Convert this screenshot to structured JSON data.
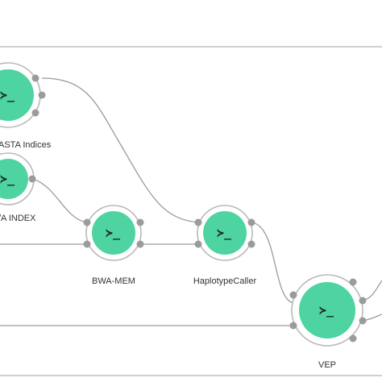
{
  "canvas": {
    "accent_color": "#4ed4a1",
    "edge_color": "#9a9a9a",
    "port_color": "#9b9b9b"
  },
  "nodes": [
    {
      "id": "fasta-indices",
      "label": "ASTA Indices",
      "icon": "terminal-prompt-icon",
      "glyph": "≻_"
    },
    {
      "id": "bwa-index",
      "label": "/A INDEX",
      "icon": "terminal-prompt-icon",
      "glyph": "≻_"
    },
    {
      "id": "bwa-mem",
      "label": "BWA-MEM",
      "icon": "terminal-prompt-icon",
      "glyph": "≻_"
    },
    {
      "id": "haplotypecaller",
      "label": "HaplotypeCaller",
      "icon": "terminal-prompt-icon",
      "glyph": "≻_"
    },
    {
      "id": "vep",
      "label": "VEP",
      "icon": "terminal-prompt-icon",
      "glyph": "≻_"
    }
  ]
}
